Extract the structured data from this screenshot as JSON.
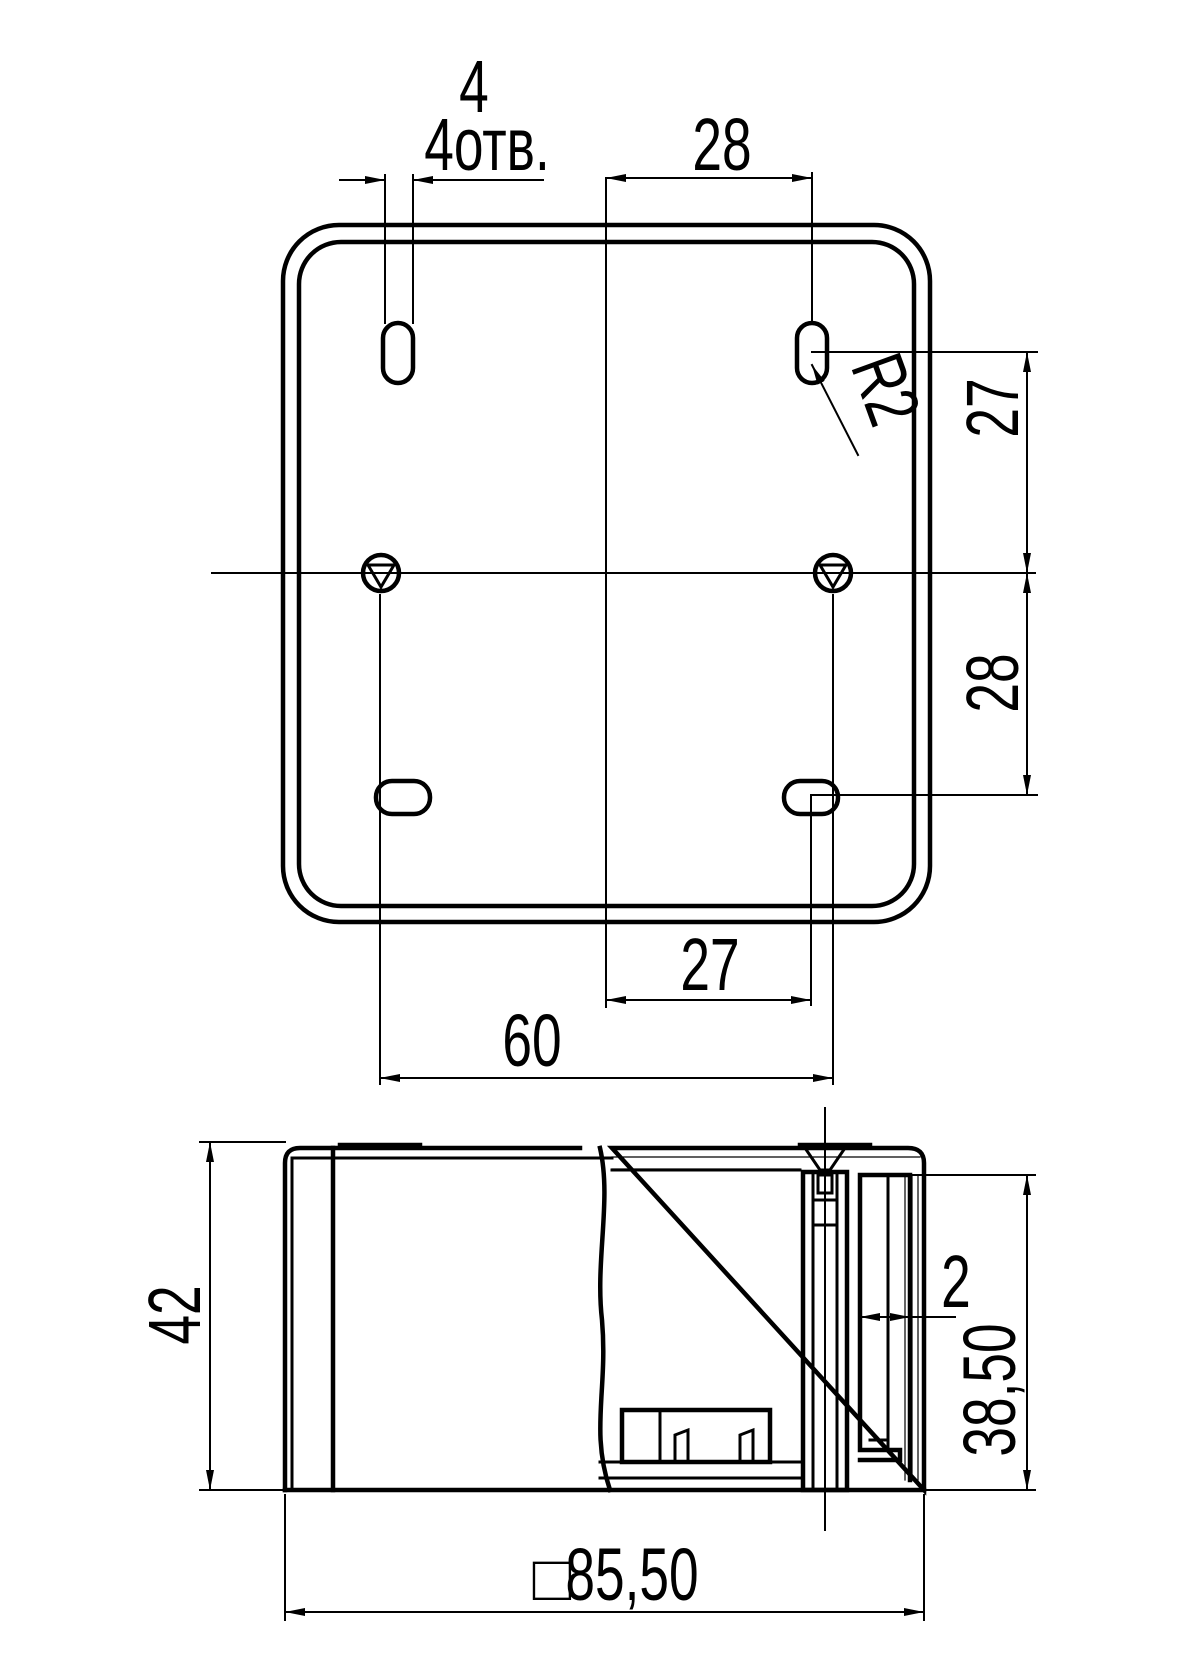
{
  "top_view": {
    "slot_width": "4",
    "slot_count": "4отв.",
    "dim_top_28": "28",
    "radius": "R2",
    "dim_right_27": "27",
    "dim_right_28": "28",
    "dim_bottom_27": "27",
    "dim_bottom_60": "60"
  },
  "side_view": {
    "height_total": "42",
    "wall_thickness": "2",
    "height_inner": "38,50",
    "width_symbol": "□",
    "width_value": "85,50"
  }
}
